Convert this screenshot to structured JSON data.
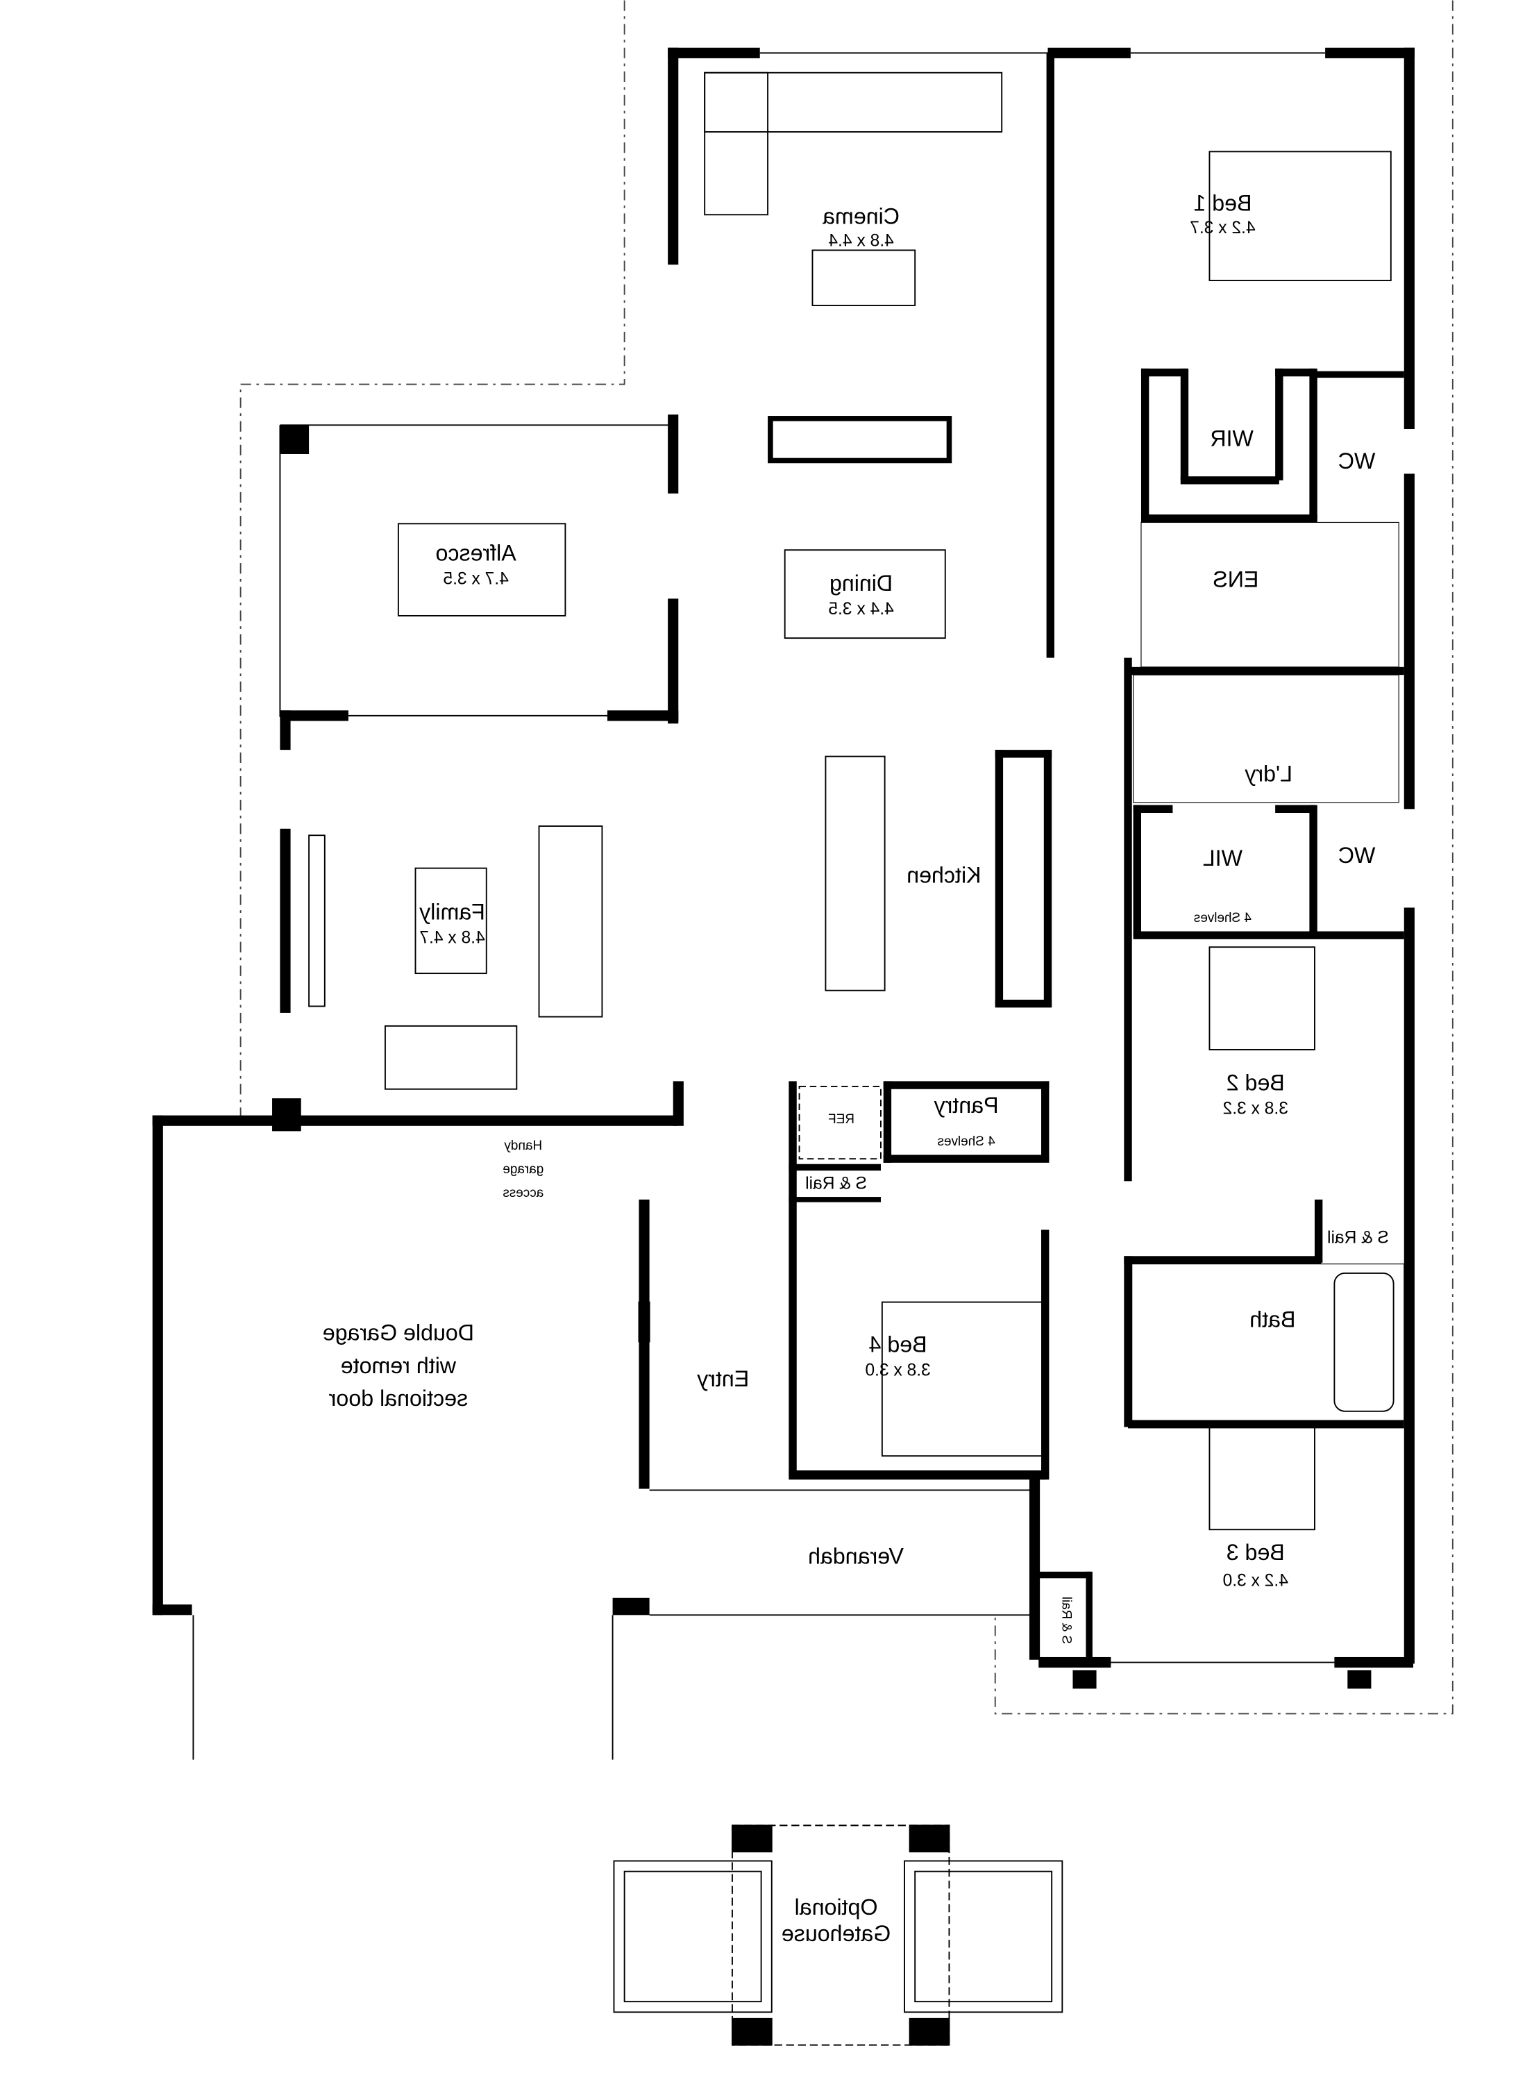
{
  "colors": {
    "walls": "#000000",
    "background": "#ffffff",
    "boundary": "#444444"
  },
  "rooms": {
    "cinema": {
      "name": "Cinema",
      "size": "4.8 x 4.4"
    },
    "bed1": {
      "name": "Bed 1",
      "size": "4.2 x 3.7"
    },
    "wir": {
      "name": "WIR"
    },
    "wc1": {
      "name": "WC"
    },
    "ens": {
      "name": "ENS"
    },
    "alfresco": {
      "name": "Alfresco",
      "size": "4.7 x 3.5"
    },
    "dining": {
      "name": "Dining",
      "size": "4.4 x 3.5"
    },
    "laundry": {
      "name": "L'dry"
    },
    "kitchen": {
      "name": "Kitchen"
    },
    "wil": {
      "name": "WIL",
      "note": "4 Shelves"
    },
    "wc2": {
      "name": "WC"
    },
    "family": {
      "name": "Family",
      "size": "4.8 x 4.7"
    },
    "pantry": {
      "name": "Pantry",
      "note": "4 Shelves"
    },
    "ref": {
      "name": "REF"
    },
    "bed2": {
      "name": "Bed 2",
      "size": "3.8 x 3.2"
    },
    "srail_bed4": {
      "name": "S & Rail"
    },
    "srail_bed2": {
      "name": "S & Rail"
    },
    "srail_bed3": {
      "name": "S & Rail"
    },
    "garage_access": {
      "line1": "Handy",
      "line2": "garage",
      "line3": "access"
    },
    "garage": {
      "line1": "Double Garage",
      "line2": "with remote",
      "line3": "sectional door"
    },
    "bed4": {
      "name": "Bed 4",
      "size": "3.8 x 3.0"
    },
    "entry": {
      "name": "Entry"
    },
    "bath": {
      "name": "Bath"
    },
    "verandah": {
      "name": "Verandah"
    },
    "bed3": {
      "name": "Bed 3",
      "size": "4.2 x 3.0"
    },
    "gatehouse": {
      "line1": "Optional",
      "line2": "Gatehouse"
    }
  }
}
